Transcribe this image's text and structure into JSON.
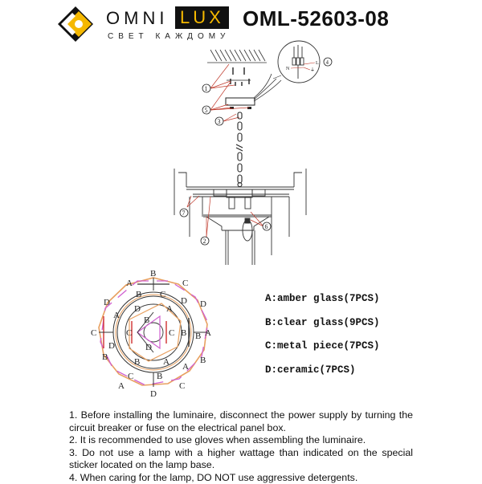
{
  "header": {
    "brand": {
      "part1": "OMNI",
      "part2": "LUX",
      "tagline": "СВЕТ КАЖДОМУ"
    },
    "model_code": "OML-52603-08"
  },
  "assembly_diagram": {
    "callouts": [
      "①",
      "②",
      "③",
      "④",
      "⑤",
      "⑥",
      "⑦"
    ],
    "wiring_labels": {
      "neutral": "N",
      "live": "L",
      "ground": "⏚"
    }
  },
  "layout_diagram": {
    "outer_ring": [
      "B",
      "C",
      "D",
      "A",
      "B",
      "D",
      "A",
      "C",
      "D",
      "B",
      "C",
      "A",
      "D",
      "B"
    ],
    "labels_visible": [
      "A",
      "B",
      "C",
      "D"
    ]
  },
  "legend": {
    "items": [
      {
        "key": "A",
        "text": "A:amber glass(7PCS)"
      },
      {
        "key": "B",
        "text": "B:clear glass(9PCS)"
      },
      {
        "key": "C",
        "text": "C:metal piece(7PCS)"
      },
      {
        "key": "D",
        "text": "D:ceramic(7PCS)"
      }
    ]
  },
  "colors": {
    "brand_yellow": "#f5b800",
    "leader_red": "#c0392b",
    "amber_line": "#e8a060",
    "pink_line": "#d060d0",
    "red_line": "#d03030"
  },
  "notes": [
    "1. Before installing the luminaire, disconnect the power supply by turning the circuit breaker or fuse on the electrical panel box.",
    "2. It is recommended to use gloves when assembling the luminaire.",
    "3. Do not use a lamp with a higher wattage than indicated on the special sticker located on the lamp base.",
    "4. When caring for the lamp, DO NOT use aggressive detergents."
  ]
}
